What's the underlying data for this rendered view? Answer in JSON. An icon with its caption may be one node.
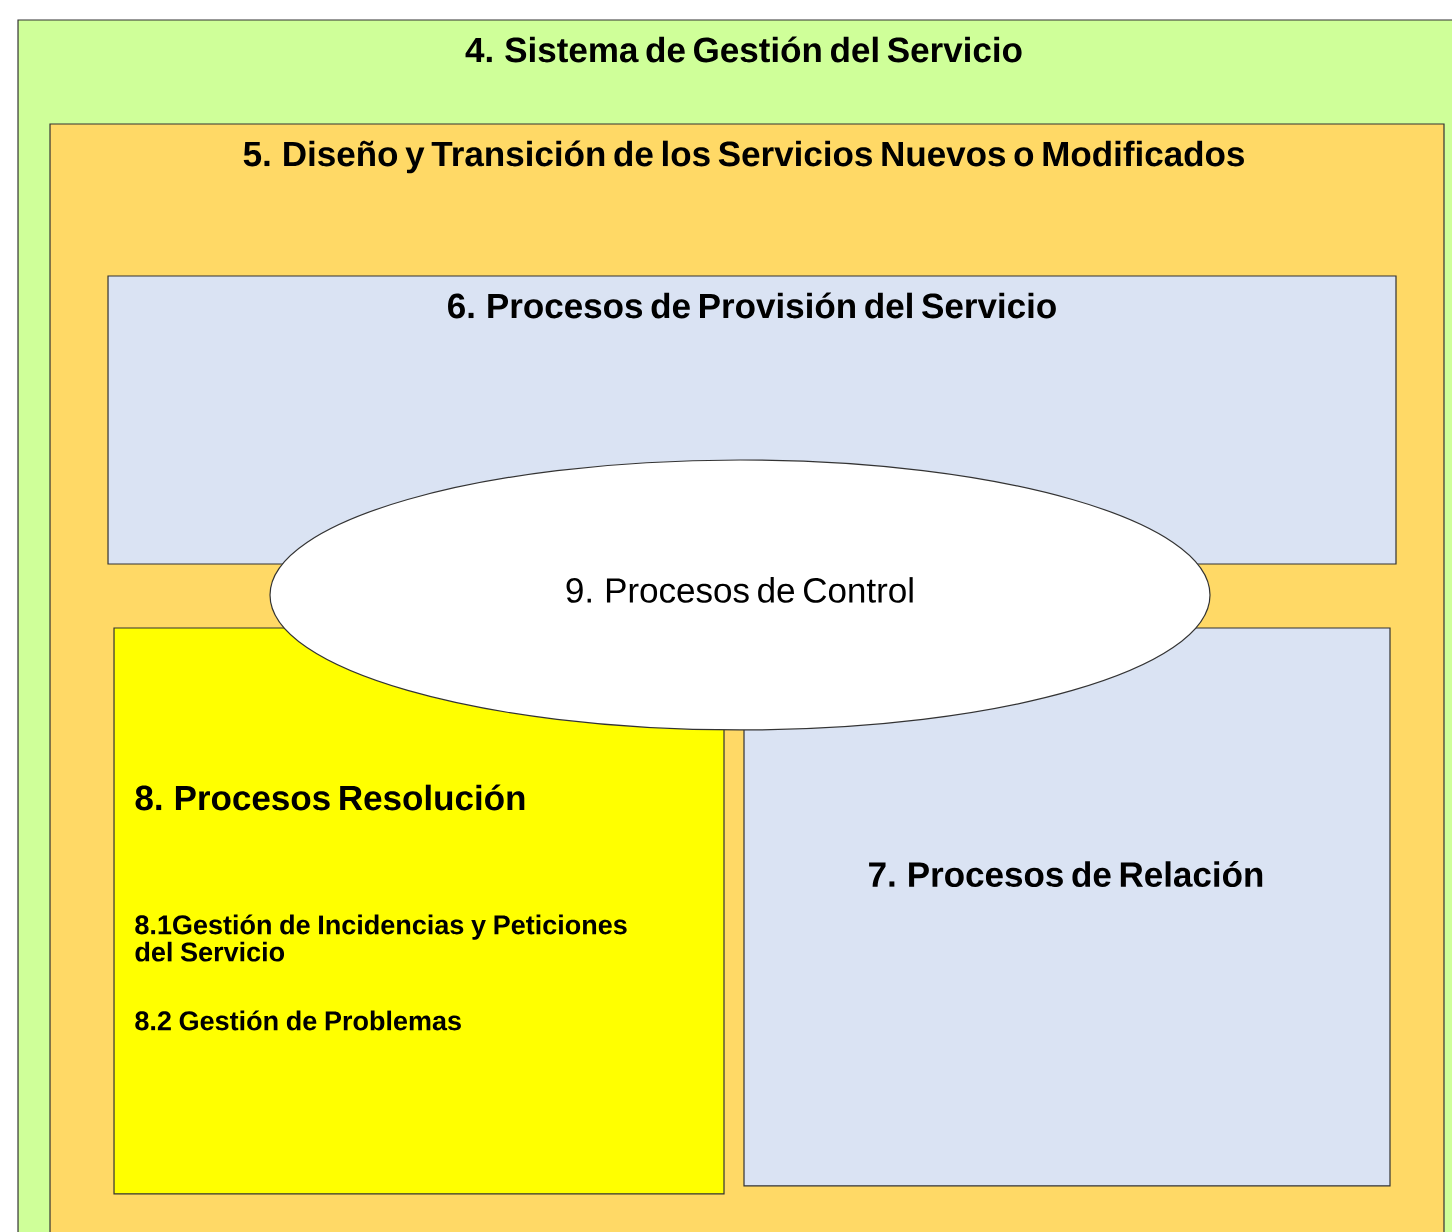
{
  "diagram": {
    "nodes": [
      {
        "text": [
          "4. Sistema de Gestión del Servicio"
        ]
      },
      {
        "text": [
          "5. Diseño y Transición de los Servicios Nuevos o Modificados"
        ],
        "in": 0
      },
      {
        "text": [
          "6. Procesos de Provisión del Servicio"
        ],
        "in": 1
      },
      {
        "text": [
          "9. Procesos de Control"
        ],
        "in": 1
      },
      {
        "text": [
          "8. Procesos Resolución",
          "8.1Gestión de Incidencias y Peticiones del Servicio",
          "8.2 Gestión de Problemas"
        ],
        "in": 1
      },
      {
        "text": [
          "7. Procesos de Relación"
        ],
        "in": 1
      }
    ]
  }
}
